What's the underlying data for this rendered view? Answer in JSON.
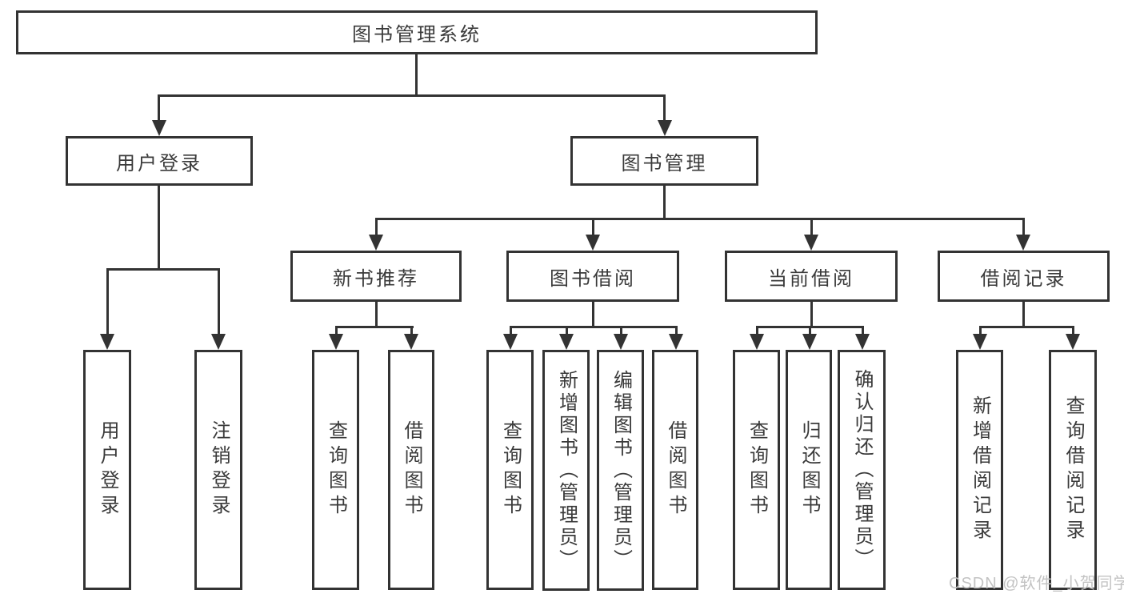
{
  "title": "图书管理系统",
  "tree": {
    "root": {
      "label": "图书管理系统"
    },
    "level2": [
      {
        "label": "用户登录"
      },
      {
        "label": "图书管理"
      }
    ],
    "level3": [
      {
        "label": "新书推荐",
        "parent": "图书管理"
      },
      {
        "label": "图书借阅",
        "parent": "图书管理"
      },
      {
        "label": "当前借阅",
        "parent": "图书管理"
      },
      {
        "label": "借阅记录",
        "parent": "图书管理"
      }
    ],
    "leaves": [
      {
        "label": "用户登录",
        "parent": "用户登录"
      },
      {
        "label": "注销登录",
        "parent": "用户登录"
      },
      {
        "label": "查询图书",
        "parent": "新书推荐"
      },
      {
        "label": "借阅图书",
        "parent": "新书推荐"
      },
      {
        "label": "查询图书",
        "parent": "图书借阅"
      },
      {
        "label": "新增图书（管理员）",
        "parent": "图书借阅"
      },
      {
        "label": "编辑图书（管理员）",
        "parent": "图书借阅"
      },
      {
        "label": "借阅图书",
        "parent": "图书借阅"
      },
      {
        "label": "查询图书",
        "parent": "当前借阅"
      },
      {
        "label": "归还图书",
        "parent": "当前借阅"
      },
      {
        "label": "确认归还（管理员）",
        "parent": "当前借阅"
      },
      {
        "label": "新增借阅记录",
        "parent": "借阅记录"
      },
      {
        "label": "查询借阅记录",
        "parent": "借阅记录"
      }
    ]
  },
  "watermark": {
    "text": "CSDN @软件_小贺同学"
  },
  "colors": {
    "line": "#333333",
    "box_background": "#ffffff",
    "page_background": "#ffffff",
    "text": "#3a3a3a",
    "watermark_text": "#c3c3c3"
  }
}
